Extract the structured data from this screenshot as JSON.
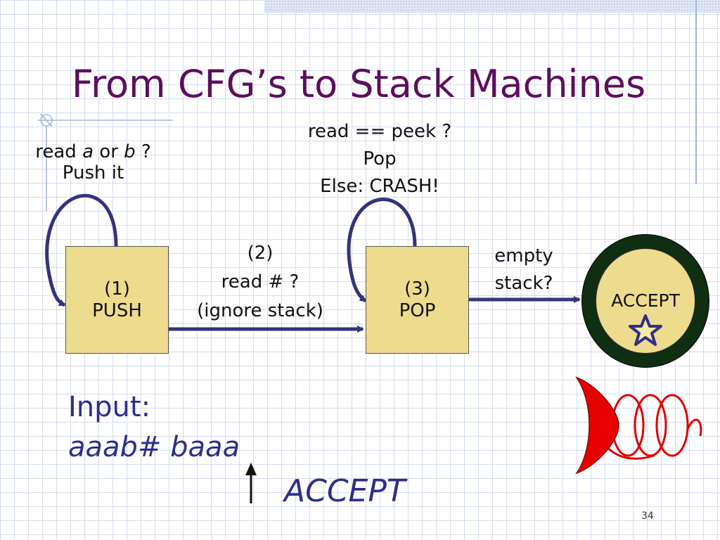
{
  "slide": {
    "title": "From CFG’s to Stack Machines",
    "page_number": "34"
  },
  "colors": {
    "title": "#5c0f5c",
    "arrow": "#32357a",
    "box_fill": "#eedc8e",
    "accept_ring": "#0f2e12",
    "input_text": "#2b2f8a",
    "rocket_red": "#e60000"
  },
  "states": {
    "push": {
      "num": "(1)",
      "name": "PUSH"
    },
    "pop": {
      "num": "(3)",
      "name": "POP"
    },
    "accept": {
      "name": "ACCEPT"
    }
  },
  "labels": {
    "push_loop": {
      "read": "read",
      "a": "a",
      "or": "or",
      "b": "b",
      "q": "?",
      "line2": "Push it"
    },
    "pop_loop": [
      "read == peek ?",
      "Pop",
      "Else:  CRASH!"
    ],
    "transition_2": [
      "(2)",
      "read # ?",
      "(ignore stack)"
    ],
    "transition_accept": [
      "empty",
      "stack?"
    ]
  },
  "input": {
    "label": "Input:",
    "string": "aaab# baaa",
    "result": "ACCEPT"
  },
  "icons": [
    "star-icon",
    "up-arrow-icon",
    "rocket-icon",
    "bullet-icon"
  ]
}
